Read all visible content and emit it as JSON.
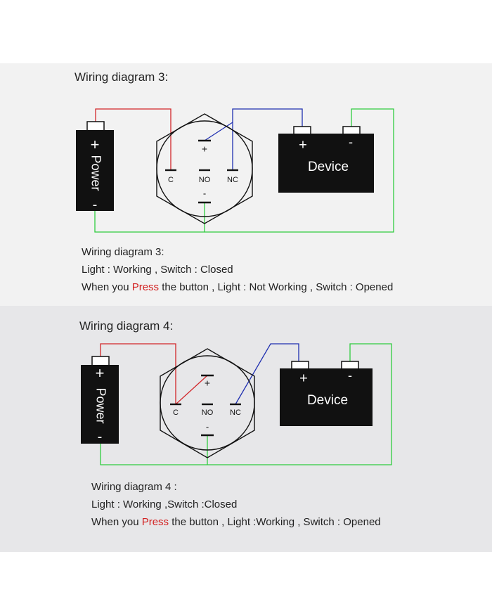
{
  "sections": [
    {
      "heading": "Wiring diagram 3:",
      "power_label": "Power",
      "power_plus": "+",
      "power_minus": "-",
      "switch_plus": "+",
      "switch_minus": "-",
      "terminal_c": "C",
      "terminal_no": "NO",
      "terminal_nc": "NC",
      "device_label": "Device",
      "device_plus": "+",
      "device_minus": "-",
      "caption_title": "Wiring diagram 3:",
      "caption_light": "Light :  Working , Switch : Closed",
      "caption_press_prefix": "When you ",
      "caption_press_word": "Press",
      "caption_press_suffix": " the button , Light : Not Working , Switch : Opened"
    },
    {
      "heading": "Wiring diagram 4:",
      "power_label": "Power",
      "power_plus": "+",
      "power_minus": "-",
      "switch_plus": "+",
      "switch_minus": "-",
      "terminal_c": "C",
      "terminal_no": "NO",
      "terminal_nc": "NC",
      "device_label": "Device",
      "device_plus": "+",
      "device_minus": "-",
      "caption_title": "Wiring diagram 4 :",
      "caption_light": "Light : Working ,Switch :Closed",
      "caption_press_prefix": "When you ",
      "caption_press_word": "Press",
      "caption_press_suffix": " the button , Light :Working , Switch : Opened"
    }
  ],
  "colors": {
    "wire_red": "#d2262a",
    "wire_blue": "#1f2fb0",
    "wire_green": "#2fcc3f",
    "press_red": "#d21f1f",
    "component_black": "#111111",
    "section1_bg": "#f2f2f2",
    "section2_bg": "#e7e7e9"
  }
}
